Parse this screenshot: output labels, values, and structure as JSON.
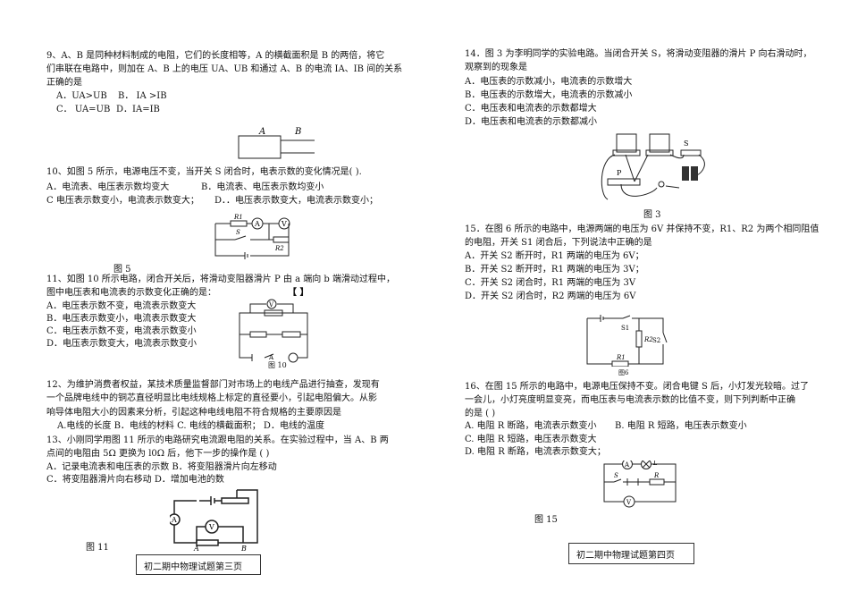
{
  "left": {
    "q9": {
      "lines": [
        "9、A、B 是同种材料制成的电阻，它们的长度相等，A 的横截面积是 B 的两倍，将它",
        "们串联在电路中，则加在 A、B 上的电压 UA、UB 和通过 A、B 的电流 IA、IB 间的关系",
        "正确的是"
      ],
      "options": [
        "A．UA>UB",
        "B．  IA >IB",
        "C．  UA=UB",
        "D．IA=IB"
      ],
      "fig_labels": {
        "a": "A",
        "b": "B"
      }
    },
    "q10": {
      "lines": [
        "10、如图 5 所示，电源电压不变，当开关 S 闭合时，电表示数的变化情况是( )."
      ],
      "options": [
        "A．电流表、电压表示数均变大",
        "B．电流表、电压表示数均变小",
        "C 电压表示数变小，电流表示数变大；",
        "D．．电压表示数变大，电流表示数变小；"
      ],
      "figure_caption": "图 5",
      "fig_labels": {
        "r1": "R1",
        "r2": "R2",
        "s": "S",
        "a": "A",
        "v": "V"
      }
    },
    "q11": {
      "lines": [
        "11、如图 10 所示电路，闭合开关后，将滑动变阻器滑片 P 由 a 端向 b 端滑动过程中，",
        "图中电压表和电流表的示数变化正确的是："
      ],
      "bracket": "【    】",
      "options": [
        "A．电压表示数不变，电流表示数变大",
        "B．电压表示数变小，电流表示数变大",
        "C．电压表示数不变，电流表示数变小",
        "D．电压表示数变大，电流表示数变小"
      ],
      "figure_caption": "图 10"
    },
    "q12": {
      "lines": [
        "12、为维护消费者权益，某技术质量监督部门对市场上的电线产品进行抽查，发现有",
        "一个品牌电线中的铜芯直径明显比电线规格上标定的直径要小，引起电阻偏大。从影",
        "响导体电阻大小的因素来分析，引起这种电线电阻不符合规格的主要原因是"
      ],
      "options": "A.电线的长度   B．电线的材料   C. 电线的横截面积；  D．电线的温度"
    },
    "q13": {
      "lines": [
        "13、小刚同学用图 11 所示的电路研究电流跟电阻的关系。在实验过程中，当 A、B 两",
        "点间的电阻由 5Ω 更换为 l0Ω 后，他下一步的操作是   (    )"
      ],
      "options": [
        "A．记录电流表和电压表的示数     B．将变阻器滑片向左移动",
        "C．将变阻器滑片向右移动          D．增加电池的数"
      ],
      "figure_caption": "图 11"
    },
    "footer": "初二期中物理试题第三页"
  },
  "right": {
    "q14": {
      "lines": [
        "14．图 3 为李明同学的实验电路。当闭合开关 S，将滑动变阻器的滑片 P 向右滑动时，",
        "观察到的现象是"
      ],
      "options": [
        "A．电压表的示数减小，电流表的示数增大",
        "B．电压表的示数增大，电流表的示数减小",
        "C．电压表和电流表的示数都增大",
        "D．电压表和电流表的示数都减小"
      ],
      "figure_caption": "图 3"
    },
    "q15": {
      "lines": [
        "15．在图 6 所示的电路中，电源两端的电压为 6V 并保持不变，R1、R2 为两个相同阻值",
        "的电阻，开关 S1 闭合后，下列说法中正确的是"
      ],
      "options": [
        "A．开关 S2 断开时，R1 两端的电压为 6V；",
        "B．开关 S2 断开时，R1 两端的电压为 3V；",
        "C．开关 S2 闭合时，R1 两端的电压为 3V",
        "D．开关 S2 闭合时，R2 两端的电压为 6V"
      ],
      "figure_caption": "图6"
    },
    "q16": {
      "lines": [
        "16、在图 15 所示的电路中，电源电压保持不变。闭合电键 S 后，小灯发光较暗。过了",
        "一会儿，小灯亮度明显变亮，而电压表与电流表示数的比值不变，则下列判断中正确",
        "的是      (    )"
      ],
      "options": [
        "A. 电阻 R 断路，电流表示数变小",
        "B. 电阻 R 短路，电压表示数变小",
        "C. 电阻 R 短路，电压表示数变大",
        "D. 电阻 R 断路，电流表示数变大；"
      ],
      "figure_caption": "图 15"
    },
    "footer": "初二期中物理试题第四页"
  }
}
